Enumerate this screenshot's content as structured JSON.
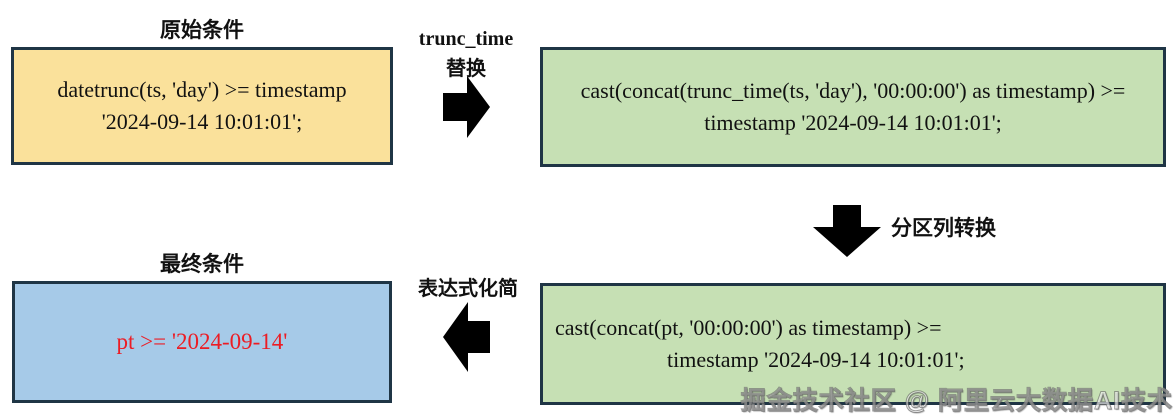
{
  "titles": {
    "original": "原始条件",
    "final": "最终条件"
  },
  "boxes": {
    "original": {
      "line1": "datetrunc(ts, 'day') >= timestamp",
      "line2": "'2024-09-14 10:01:01';",
      "fill": "#FAE19B"
    },
    "trunc_replaced": {
      "line1": "cast(concat(trunc_time(ts, 'day'), '00:00:00') as timestamp) >=",
      "line2": "timestamp '2024-09-14 10:01:01';",
      "fill": "#C6E0B4"
    },
    "partition_converted": {
      "line1": "cast(concat(pt, '00:00:00') as timestamp) >=",
      "line2": "timestamp '2024-09-14 10:01:01';",
      "fill": "#C6E0B4"
    },
    "final": {
      "text": "pt >= '2024-09-14'",
      "fill": "#A6CAE8",
      "text_color": "#EC1C24"
    }
  },
  "arrows": {
    "trunc_time": {
      "label_en": "trunc_time",
      "label_zh": "替换",
      "direction": "right"
    },
    "partition": {
      "label": "分区列转换",
      "direction": "down"
    },
    "simplify": {
      "label": "表达式化简",
      "direction": "left"
    }
  },
  "watermark": {
    "text": "掘金技术社区 @ 阿里云大数据AI技术"
  },
  "colors": {
    "border": "#1F3545",
    "arrow": "#000000",
    "background": "#FFFFFF",
    "code_text": "#111111"
  }
}
